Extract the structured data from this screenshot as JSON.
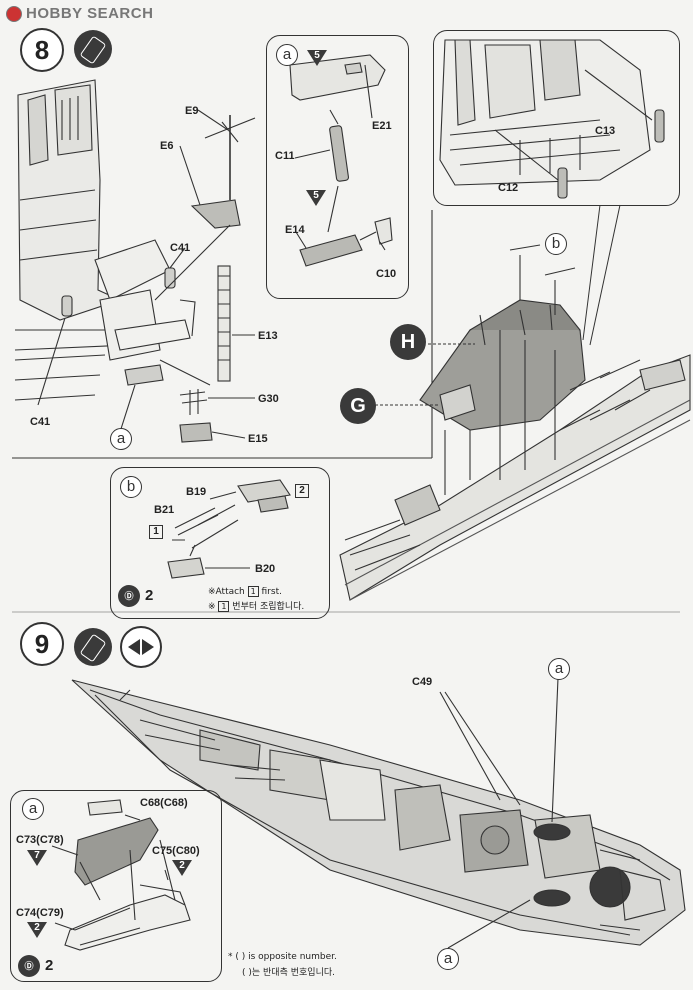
{
  "header": {
    "brand": "HOBBY SEARCH"
  },
  "step8": {
    "number": "8",
    "parts": {
      "e9": "E9",
      "e6": "E6",
      "c41_a": "C41",
      "c41_b": "C41",
      "e13": "E13",
      "g30": "G30",
      "e15": "E15"
    },
    "ref_a": "a"
  },
  "detail_a_top": {
    "label": "a",
    "parts": {
      "e21": "E21",
      "c11": "C11",
      "e14": "E14",
      "c10": "C10"
    },
    "tri1": "5",
    "tri2": "5"
  },
  "detail_zoom": {
    "parts": {
      "c13": "C13",
      "c12": "C12"
    }
  },
  "ship_top": {
    "marker_b": "b",
    "marker_h": "H",
    "marker_g": "G"
  },
  "detail_b": {
    "label": "b",
    "parts": {
      "b19": "B19",
      "b21": "B21",
      "b20": "B20"
    },
    "box2": "2",
    "box1": "1",
    "count": "2",
    "note_en_pre": "※Attach",
    "note_en_post": "first.",
    "note_kr_pre": "※",
    "note_kr_post": "번부터 조립합니다."
  },
  "step9": {
    "number": "9",
    "parts": {
      "c49": "C49"
    },
    "ref_a_top": "a",
    "ref_a_bottom": "a"
  },
  "detail_a_bottom": {
    "label": "a",
    "parts": {
      "c68": "C68(C68)",
      "c73": "C73(C78)",
      "c75": "C75(C80)",
      "c74": "C74(C79)"
    },
    "tri_c73": "7",
    "tri_c75": "2",
    "tri_c74": "2",
    "count": "2"
  },
  "footnote": {
    "en": "* ( ) is opposite number.",
    "kr": "( )는 반대측 번호입니다."
  },
  "colors": {
    "ink": "#222222",
    "panel_bg": "#fbfbfa",
    "paper": "#f4f4f2",
    "dark_marker": "#3a3a3a",
    "hull_fill": "#d9d9d6"
  }
}
